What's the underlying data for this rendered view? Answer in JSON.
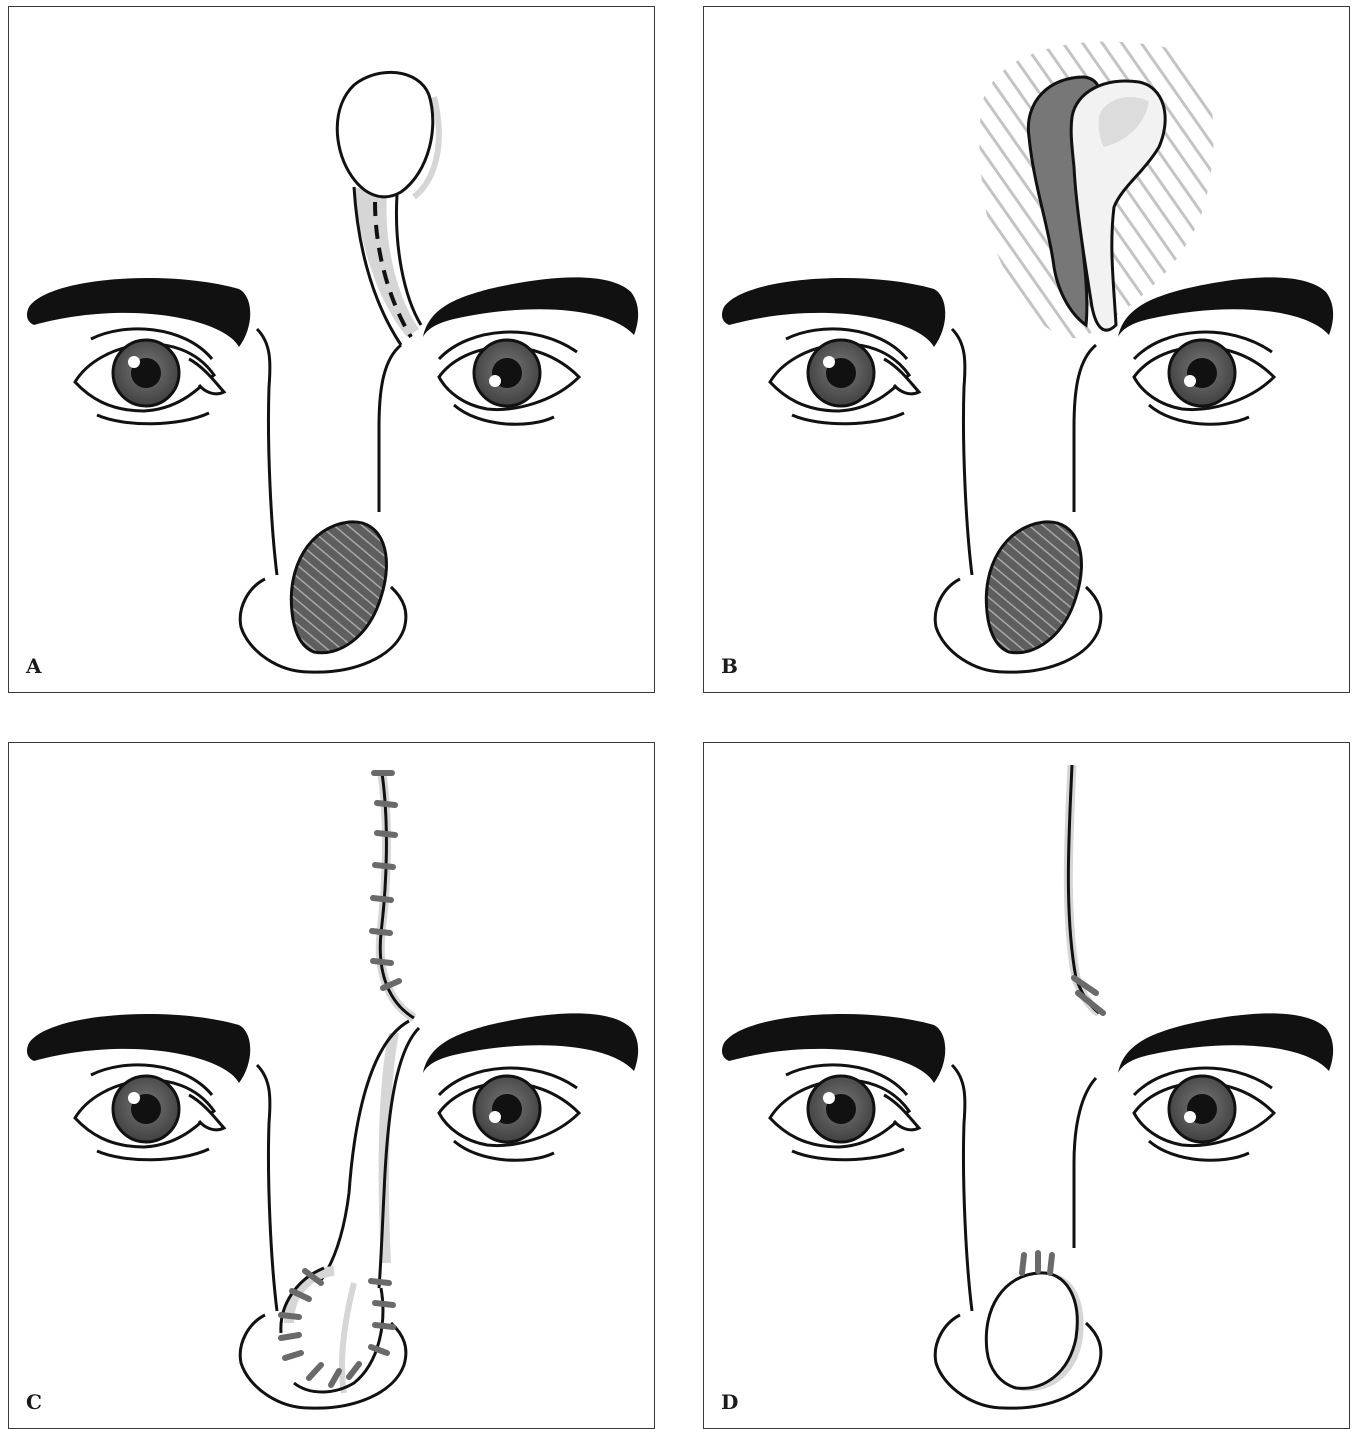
{
  "panels": [
    {
      "id": "a",
      "label": "A"
    },
    {
      "id": "b",
      "label": "B"
    },
    {
      "id": "c",
      "label": "C"
    },
    {
      "id": "d",
      "label": "D"
    }
  ],
  "colors": {
    "stroke": "#111111",
    "lesion": "#5e5e5e",
    "lesion_hatch": "#a8a8a8",
    "flap_shadow": "#d6d6d6",
    "raised_flap_dark": "#777777",
    "undermined_area": "#c4c4c4",
    "suture": "#6a6a6a",
    "iris": "#4a4a4a"
  }
}
